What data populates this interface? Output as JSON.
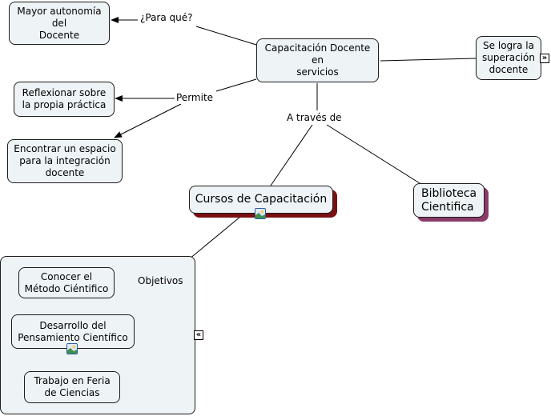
{
  "concept_map": {
    "root": "Capacitación Docente\nen\nservicios",
    "nodes": {
      "mayor_autonomia": "Mayor autonomía\ndel\nDocente",
      "se_logra": "Se logra la\nsuperación\ndocente",
      "reflexionar": "Reflexionar sobre\nla propia práctica",
      "encontrar": "Encontrar un espacio\npara la integración\ndocente",
      "cursos": "Cursos de Capacitación",
      "biblioteca": "Biblioteca\nCientifica",
      "conocer": "Conocer el\nMétodo Ciéntifico",
      "desarrollo": "Desarrollo del\nPensamiento Científico",
      "trabajo": "Trabajo en Feria\nde Ciencias"
    },
    "linking_phrases": {
      "para_que": "¿Para qué?",
      "permite": "Permite",
      "a_traves_de": "A través de",
      "objetivos": "Objetivos"
    },
    "icons": {
      "image_resource": "image-icon",
      "expand": "»",
      "collapse": "«"
    },
    "colors": {
      "node_fill": "#eef3f6",
      "node_border": "#1c1c1c",
      "cursos_shadow": "#7a0f12",
      "biblioteca_shadow": "#8a3a66"
    }
  }
}
